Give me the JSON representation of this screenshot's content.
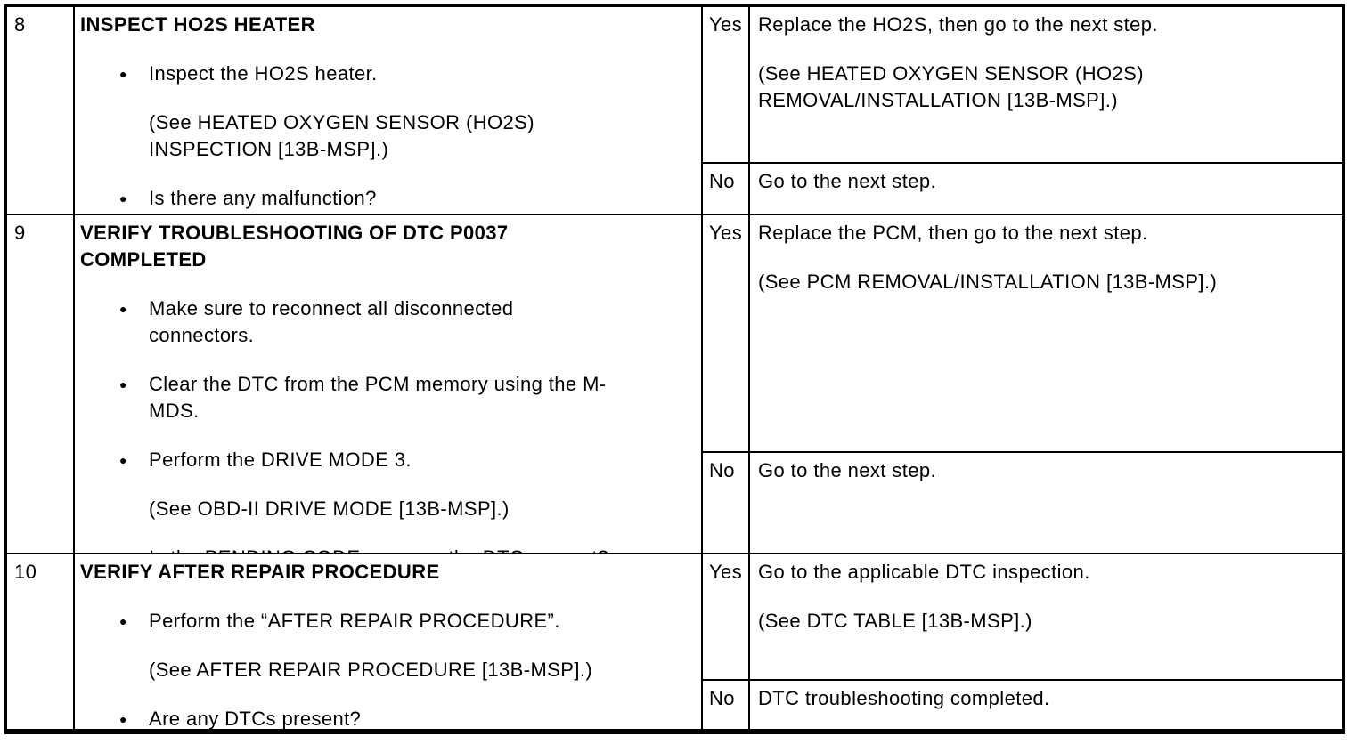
{
  "document": {
    "kind": "dtc-troubleshooting-table",
    "colors": {
      "border": "#000000",
      "text": "#000000",
      "background": "#ffffff"
    },
    "bullet_glyph": "●",
    "rows": [
      {
        "step": "8",
        "title": "INSPECT HO2S HEATER",
        "bullets": [
          {
            "text": "Inspect the HO2S heater.",
            "note": "(See HEATED OXYGEN SENSOR (HO2S) INSPECTION [13B-MSP].)"
          },
          {
            "text": "Is there any malfunction?"
          }
        ],
        "yes": {
          "label": "Yes",
          "action": "Replace the HO2S, then go to the next step.",
          "note": "(See HEATED OXYGEN SENSOR (HO2S) REMOVAL/INSTALLATION [13B-MSP].)"
        },
        "no": {
          "label": "No",
          "action": "Go to the next step."
        }
      },
      {
        "step": "9",
        "title": "VERIFY TROUBLESHOOTING OF DTC P0037 COMPLETED",
        "bullets": [
          {
            "text": "Make sure to reconnect all disconnected connectors."
          },
          {
            "text": "Clear the DTC from the PCM memory using the M-MDS."
          },
          {
            "text": "Perform the DRIVE MODE 3.",
            "note": "(See OBD-II DRIVE MODE [13B-MSP].)"
          },
          {
            "text": "Is the PENDING CODE same as the DTC present?"
          }
        ],
        "yes": {
          "label": "Yes",
          "action": "Replace the PCM, then go to the next step.",
          "note": "(See PCM REMOVAL/INSTALLATION [13B-MSP].)"
        },
        "no": {
          "label": "No",
          "action": "Go to the next step."
        }
      },
      {
        "step": "10",
        "title": "VERIFY AFTER REPAIR PROCEDURE",
        "bullets": [
          {
            "text": "Perform the “AFTER REPAIR PROCEDURE”.",
            "note": "(See AFTER REPAIR PROCEDURE [13B-MSP].)"
          },
          {
            "text": "Are any DTCs present?"
          }
        ],
        "yes": {
          "label": "Yes",
          "action": "Go to the applicable DTC inspection.",
          "note": "(See DTC TABLE [13B-MSP].)"
        },
        "no": {
          "label": "No",
          "action": "DTC troubleshooting completed."
        }
      }
    ]
  }
}
